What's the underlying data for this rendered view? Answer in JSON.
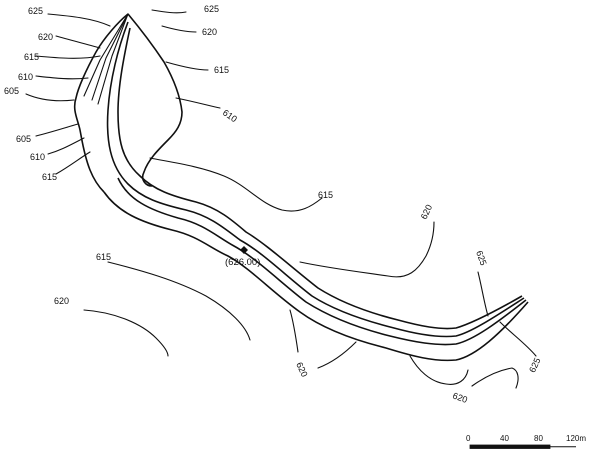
{
  "colors": {
    "ink": "#111111",
    "paper": "#ffffff"
  },
  "contour_labels": [
    {
      "id": "c625-top-left",
      "text": "625"
    },
    {
      "id": "c625-top-right",
      "text": "625"
    },
    {
      "id": "c620-left",
      "text": "620"
    },
    {
      "id": "c620-top-right",
      "text": "620"
    },
    {
      "id": "c615-left",
      "text": "615"
    },
    {
      "id": "c615-right-upper",
      "text": "615"
    },
    {
      "id": "c610-left",
      "text": "610"
    },
    {
      "id": "c610-right",
      "text": "610"
    },
    {
      "id": "c605-left",
      "text": "605"
    },
    {
      "id": "c605-left-lower",
      "text": "605"
    },
    {
      "id": "c610-left-lower",
      "text": "610"
    },
    {
      "id": "c615-left-lower",
      "text": "615"
    },
    {
      "id": "c615-middle",
      "text": "615"
    },
    {
      "id": "c620-middle-right",
      "text": "620"
    },
    {
      "id": "c615-lower-left",
      "text": "615"
    },
    {
      "id": "c620-far-left",
      "text": "620"
    },
    {
      "id": "c620-bottom",
      "text": "620"
    },
    {
      "id": "c625-right",
      "text": "625"
    },
    {
      "id": "c625-right-lower",
      "text": "625"
    },
    {
      "id": "c620-bottom-right",
      "text": "620"
    }
  ],
  "spot_height": {
    "label": "(626.00)"
  },
  "scale_bar": {
    "ticks": [
      "0",
      "40",
      "80",
      "120m"
    ]
  }
}
